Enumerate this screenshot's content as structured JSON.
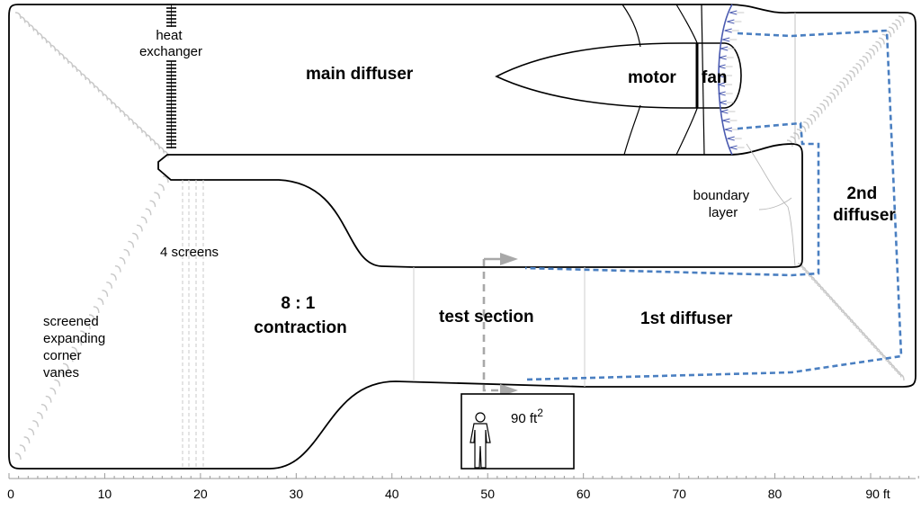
{
  "labels": {
    "heat_exchanger": [
      "heat",
      "exchanger"
    ],
    "main_diffuser": "main diffuser",
    "motor": "motor",
    "fan": "fan",
    "boundary_layer": [
      "boundary",
      "layer"
    ],
    "second_diffuser": [
      "2nd",
      "diffuser"
    ],
    "four_screens": "4 screens",
    "contraction": [
      "8 : 1",
      "contraction"
    ],
    "test_section": "test section",
    "first_diffuser": "1st diffuser",
    "corner_vanes": [
      "screened",
      "expanding",
      "corner",
      "vanes"
    ],
    "area": "90 ft",
    "area_sup": "2"
  },
  "axis": {
    "ticks": [
      "0",
      "10",
      "20",
      "30",
      "40",
      "50",
      "60",
      "70",
      "80",
      "90 ft"
    ]
  },
  "colors": {
    "outline": "#000000",
    "guide_dash": "#4a7fc1",
    "flow_arrow": "#a8a8a8",
    "vane": "#c8c8c8",
    "screen": "#c8c8c8"
  }
}
